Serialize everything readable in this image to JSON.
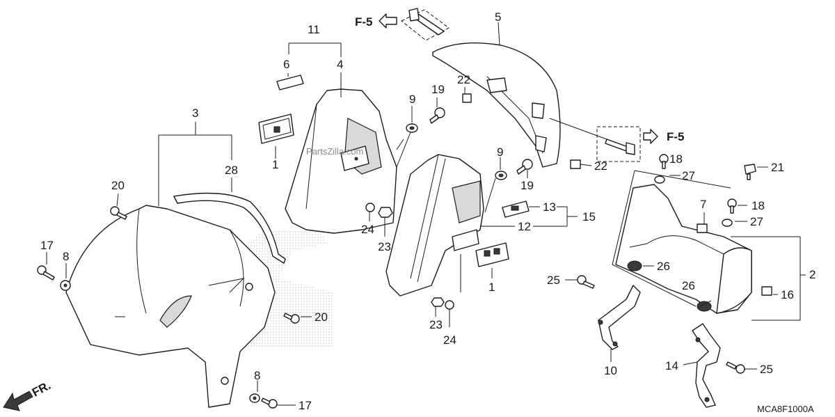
{
  "diagram": {
    "callouts": {
      "c1a": "1",
      "c1b": "1",
      "c2": "2",
      "c3": "3",
      "c4": "4",
      "c5": "5",
      "c6": "6",
      "c7": "7",
      "c8a": "8",
      "c8b": "8",
      "c9a": "9",
      "c9b": "9",
      "c10": "10",
      "c11": "11",
      "c12": "12",
      "c13": "13",
      "c14": "14",
      "c15": "15",
      "c16": "16",
      "c17a": "17",
      "c17b": "17",
      "c18a": "18",
      "c18b": "18",
      "c19a": "19",
      "c19b": "19",
      "c20a": "20",
      "c20b": "20",
      "c21": "21",
      "c22a": "22",
      "c22b": "22",
      "c23a": "23",
      "c23b": "23",
      "c24a": "24",
      "c24b": "24",
      "c25a": "25",
      "c25b": "25",
      "c26a": "26",
      "c26b": "26",
      "c27a": "27",
      "c27b": "27",
      "c28": "28"
    },
    "ref_top": "F-5",
    "ref_right": "F-5",
    "fr_label": "FR.",
    "watermark": "PartsZilla.com",
    "diagram_code": "MCA8F1000A"
  }
}
